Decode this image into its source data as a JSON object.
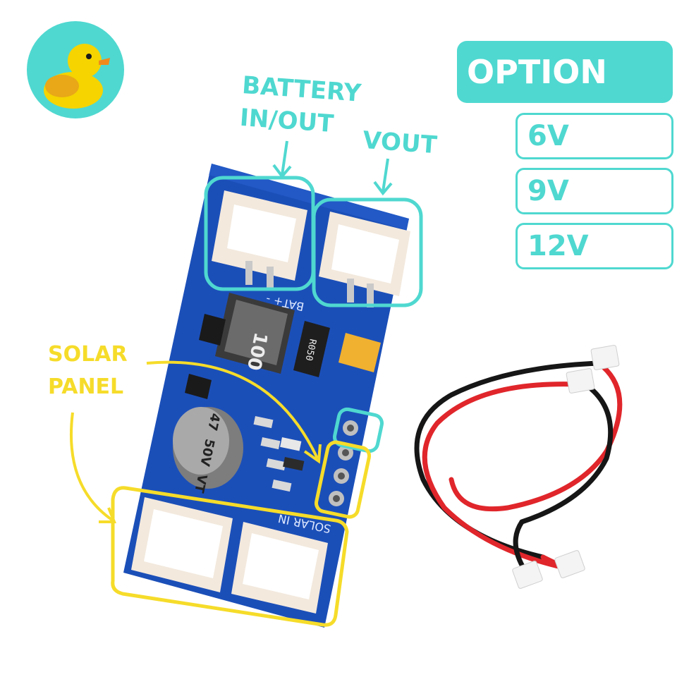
{
  "labels": {
    "battery_line1": "BATTERY",
    "battery_line2": "IN/OUT",
    "vout": "VOUT",
    "solar_line1": "SOLAR",
    "solar_line2": "PANEL"
  },
  "options": {
    "title": "OPTION",
    "items": [
      "6V",
      "9V",
      "12V"
    ]
  },
  "board_markings": {
    "inductor": "100",
    "resistor": "R050",
    "capacitor_value": "47",
    "capacitor_voltage": "50V",
    "capacitor_series": "VT",
    "bat_pins": "BAT+ -",
    "solar_in": "SOLAR IN"
  },
  "colors": {
    "teal": "#4fd8d0",
    "yellow": "#f6dc2a",
    "pcb_blue": "#1b4fb8",
    "connector": "#f3e9dd",
    "wire_red": "#e0262b",
    "wire_black": "#161616"
  },
  "icons": {
    "logo": "duck-icon",
    "arrows": "arrow-down-icon"
  }
}
